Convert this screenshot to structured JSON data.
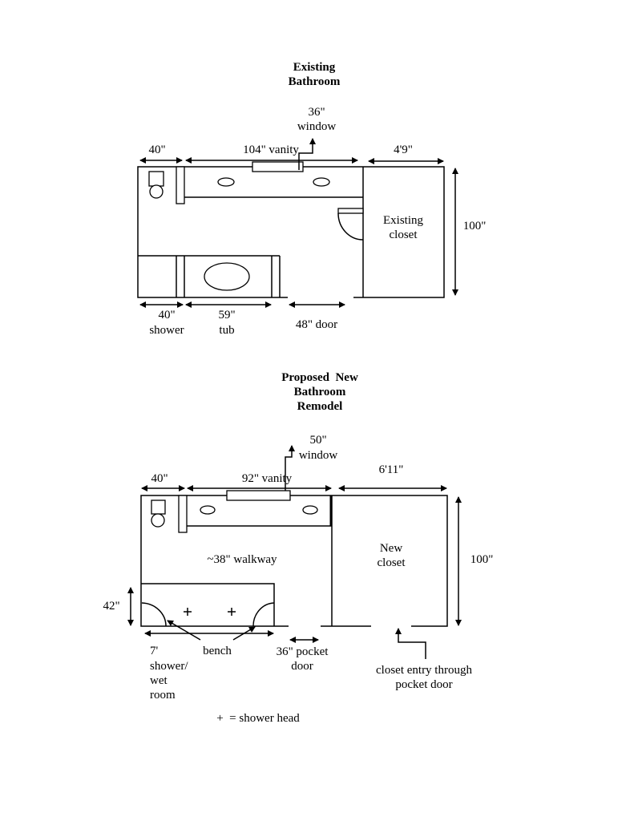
{
  "existing": {
    "title": [
      "Existing",
      "Bathroom"
    ],
    "window_label": [
      "36\"",
      "window"
    ],
    "dim_toilet": "40\"",
    "dim_vanity": "104\" vanity",
    "dim_closet_width": "4'9\"",
    "dim_height": "100\"",
    "closet_label": [
      "Existing",
      "closet"
    ],
    "dim_shower": [
      "40\"",
      "shower"
    ],
    "dim_tub": [
      "59\"",
      "tub"
    ],
    "dim_door": "48\" door"
  },
  "proposed": {
    "title": [
      "Proposed  New",
      "Bathroom",
      "Remodel"
    ],
    "window_label": [
      "50\"",
      "window"
    ],
    "dim_toilet": "40\"",
    "dim_vanity": "92\" vanity",
    "dim_closet_width": "6'11\"",
    "dim_height": "100\"",
    "walkway": "~38\" walkway",
    "closet_label": [
      "New",
      "closet"
    ],
    "dim_shower_depth": "42\"",
    "shower_label": [
      "7'",
      "shower/",
      "wet",
      "room"
    ],
    "bench": "bench",
    "pocket_door": [
      "36\" pocket",
      "door"
    ],
    "closet_entry": [
      "closet entry through",
      "pocket door"
    ],
    "legend": "+  = shower head"
  }
}
